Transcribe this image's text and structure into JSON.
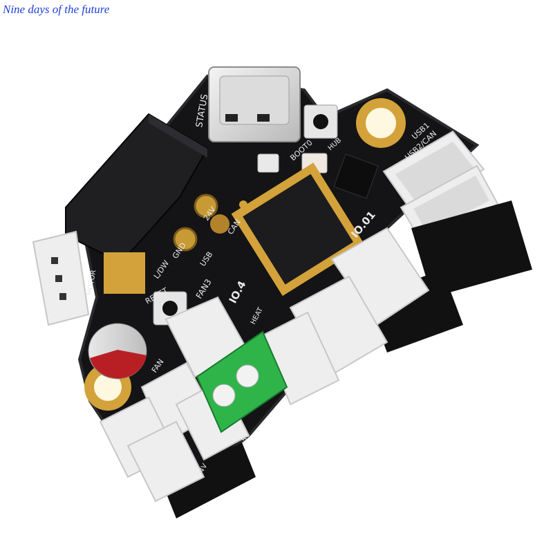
{
  "watermark": "Nine days of the future",
  "colors": {
    "pcb": "#141416",
    "pcb_edge": "#2a2a2e",
    "silk": "#e9e9e9",
    "gold": "#d3a23a",
    "connector": "#eeeeee",
    "terminal": "#2fb44a",
    "header_pin": "#c7a54b"
  },
  "board": {
    "labels": {
      "status": "STATUS",
      "boot": "BOOT0",
      "hub": "HUB",
      "usb1": "USB1",
      "usb2can": "USB2/CAN",
      "io01": "IO.01",
      "v24": "24V",
      "can": "CAN",
      "gnd": "GND",
      "usb": "USB",
      "lw": "L/DW",
      "motor": "MOTOR",
      "reset": "RESET",
      "fan3": "FAN3",
      "io4": "IO.4",
      "heat": "HEAT",
      "fan": "FAN",
      "v5": "5V",
      "v24b": "24V"
    }
  }
}
